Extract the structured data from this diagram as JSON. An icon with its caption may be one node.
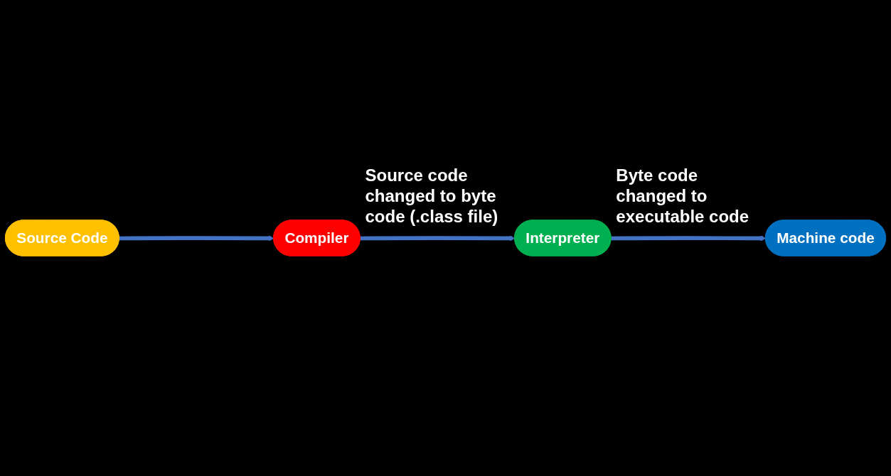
{
  "diagram": {
    "nodes": [
      {
        "text": [
          "Source Code"
        ]
      },
      {
        "text": [
          "Compiler"
        ]
      },
      {
        "text": [
          "Interpreter"
        ]
      },
      {
        "text": [
          "Machine code"
        ]
      }
    ],
    "edges": [
      {
        "from": 0,
        "to": 1,
        "arrow": "to"
      },
      {
        "from": 1,
        "to": 2,
        "arrow": "to"
      },
      {
        "from": 2,
        "to": 3,
        "arrow": "to"
      }
    ],
    "labels": [
      "Source code changed to byte code (.class file)",
      "Byte code changed to executable code"
    ]
  }
}
